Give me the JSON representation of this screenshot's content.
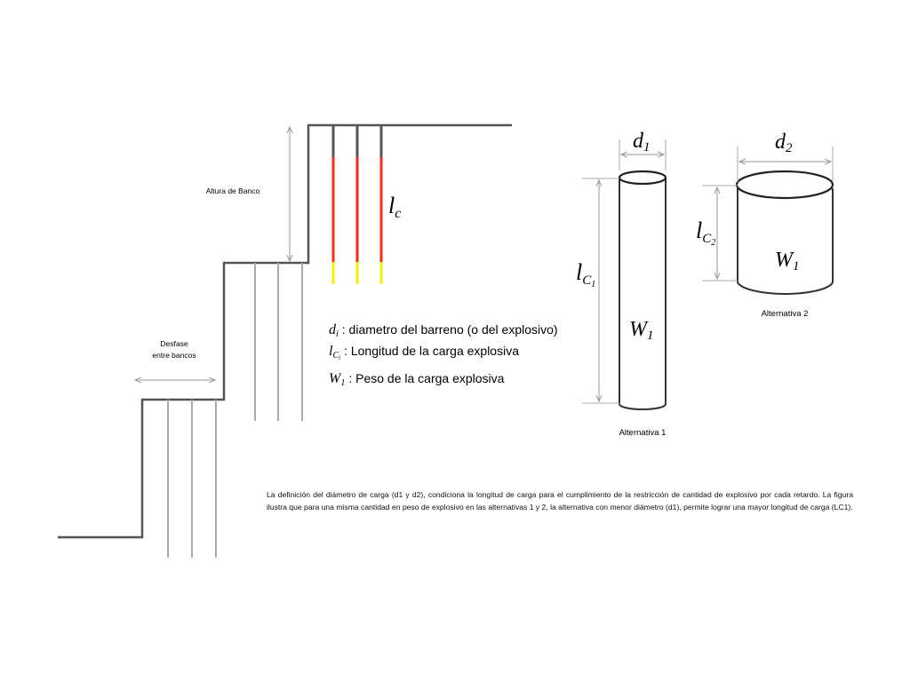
{
  "bench": {
    "height_label": "Altura de Banco",
    "offset_label_line1": "Desfase",
    "offset_label_line2": "entre bancos",
    "charge_length_symbol": "l",
    "charge_length_sub": "c"
  },
  "legend": [
    {
      "symbol": "d",
      "sub": "i",
      "text": ": diametro del barreno (o del explosivo)"
    },
    {
      "symbol": "l",
      "sub": "C",
      "subsub": "i",
      "text": ": Longitud de la carga explosiva"
    },
    {
      "symbol": "W",
      "sub": "1",
      "text": ": Peso de la carga explosiva"
    }
  ],
  "alt1": {
    "diameter_symbol": "d",
    "diameter_sub": "1",
    "length_symbol": "l",
    "length_sub": "C",
    "length_subsub": "1",
    "weight_symbol": "W",
    "weight_sub": "1",
    "label": "Alternativa 1"
  },
  "alt2": {
    "diameter_symbol": "d",
    "diameter_sub": "2",
    "length_symbol": "l",
    "length_sub": "C",
    "length_subsub": "2",
    "weight_symbol": "W",
    "weight_sub": "1",
    "label": "Alternativa 2"
  },
  "caption": "La definición del diámetro de carga (d1 y d2), condiciona la longitud de carga para el cumplimiento de la restricción de cantidad de explosivo por cada retardo. La figura ilustra que para una misma cantidad en peso de explosivo en las alternativas 1 y 2, la alternativa con menor diámetro (d1), permite lograr una mayor longitud de carga (LC1).",
  "colors": {
    "profile": "#555555",
    "charge": "#ff2a1a",
    "stemming_bottom": "#f4f000",
    "dimension": "#aaaaaa"
  }
}
